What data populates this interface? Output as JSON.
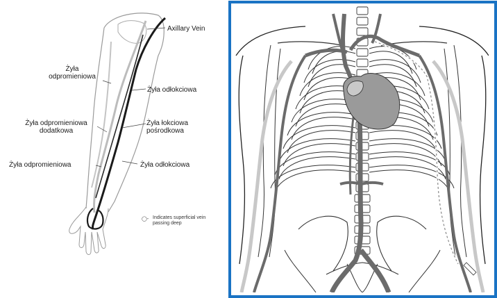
{
  "arm_panel": {
    "labels": {
      "axillary_vein": "Axillary Vein",
      "zyla_odpromieniowa": "Żyła\nodpromieniowa",
      "zyla_odlokciowa_upper": "Żyła odłokciowa",
      "zyla_odpromieniowa_dodatkowa": "Żyła odpromieniowa\ndodatkowa",
      "zyla_lokciowa_posrodkowa": "Żyła łokciowa\npośrodkowa",
      "zyla_odpromieniowa_lower": "Żyła odpromieniowa",
      "zyla_odlokciowa_lower": "Żyła odłokciowa"
    },
    "legend": {
      "symbol": "◯-",
      "text": "Indicates superficial vein\npassing deep"
    }
  },
  "torso_panel": {
    "border_color": "#1a73c4",
    "vein_color": "#6b6b6b",
    "light_vein_color": "#c8c8c8",
    "heart_color": "#9a9a9a"
  }
}
